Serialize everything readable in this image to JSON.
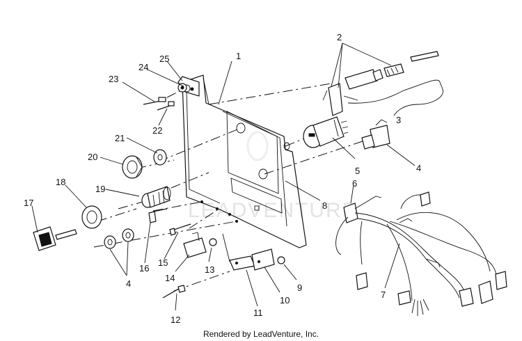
{
  "callouts": [
    {
      "id": "1",
      "label": "1"
    },
    {
      "id": "2",
      "label": "2"
    },
    {
      "id": "3",
      "label": "3"
    },
    {
      "id": "4a",
      "label": "4"
    },
    {
      "id": "4b",
      "label": "4"
    },
    {
      "id": "5",
      "label": "5"
    },
    {
      "id": "6",
      "label": "6"
    },
    {
      "id": "7",
      "label": "7"
    },
    {
      "id": "8",
      "label": "8"
    },
    {
      "id": "9",
      "label": "9"
    },
    {
      "id": "10",
      "label": "10"
    },
    {
      "id": "11",
      "label": "11"
    },
    {
      "id": "12",
      "label": "12"
    },
    {
      "id": "13",
      "label": "13"
    },
    {
      "id": "14",
      "label": "14"
    },
    {
      "id": "15",
      "label": "15"
    },
    {
      "id": "16",
      "label": "16"
    },
    {
      "id": "17",
      "label": "17"
    },
    {
      "id": "18",
      "label": "18"
    },
    {
      "id": "19",
      "label": "19"
    },
    {
      "id": "20",
      "label": "20"
    },
    {
      "id": "21",
      "label": "21"
    },
    {
      "id": "22",
      "label": "22"
    },
    {
      "id": "23",
      "label": "23"
    },
    {
      "id": "24",
      "label": "24"
    },
    {
      "id": "25",
      "label": "25"
    }
  ],
  "watermark": "LEADVENTURE",
  "footer": "Rendered by LeadVenture, Inc."
}
